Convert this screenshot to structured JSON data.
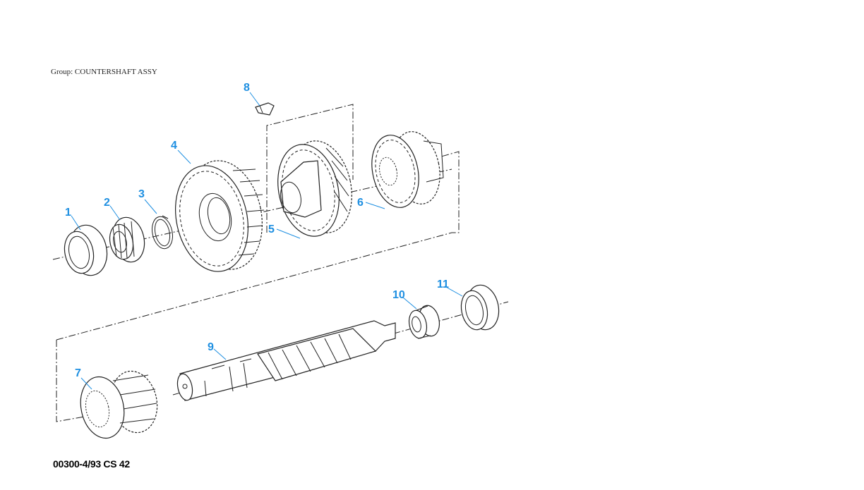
{
  "group_label": "Group: COUNTERSHAFT ASSY",
  "figure_code": "00300-4/93 CS 42",
  "callout_color": "#1e8fe1",
  "callouts": [
    "1",
    "2",
    "3",
    "4",
    "5",
    "6",
    "7",
    "8",
    "9",
    "10",
    "11"
  ]
}
